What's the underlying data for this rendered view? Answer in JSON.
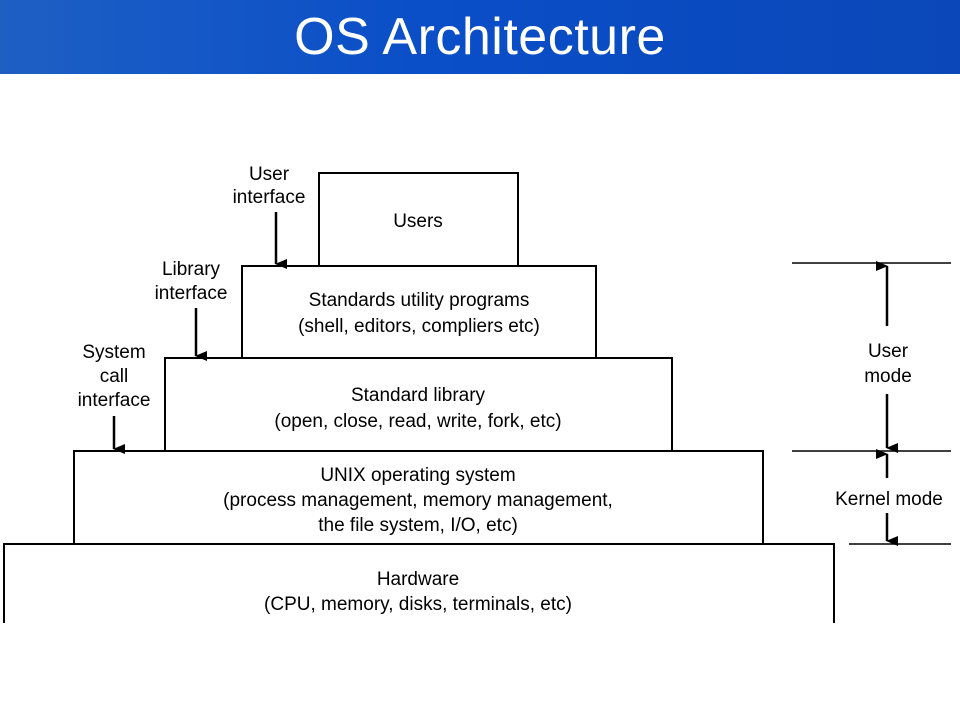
{
  "slide": {
    "title": "OS Architecture",
    "title_bar_color": "#0a4ec8"
  },
  "layers": [
    {
      "id": "users",
      "lines": [
        "Users"
      ]
    },
    {
      "id": "utility",
      "lines": [
        "Standards utility programs",
        "(shell, editors, compliers etc)"
      ]
    },
    {
      "id": "library",
      "lines": [
        "Standard library",
        "(open, close, read, write, fork, etc)"
      ]
    },
    {
      "id": "os",
      "lines": [
        "UNIX operating system",
        "(process management, memory management,",
        "the file system, I/O, etc)"
      ]
    },
    {
      "id": "hardware",
      "lines": [
        "Hardware",
        "(CPU, memory, disks, terminals, etc)"
      ]
    }
  ],
  "interfaces": [
    {
      "id": "user-interface",
      "lines": [
        "User",
        "interface"
      ]
    },
    {
      "id": "library-interface",
      "lines": [
        "Library",
        "interface"
      ]
    },
    {
      "id": "system-call-interface",
      "lines": [
        "System",
        "call",
        "interface"
      ]
    }
  ],
  "modes": {
    "user_mode": [
      "User",
      "mode"
    ],
    "kernel_mode": [
      "Kernel mode"
    ]
  }
}
